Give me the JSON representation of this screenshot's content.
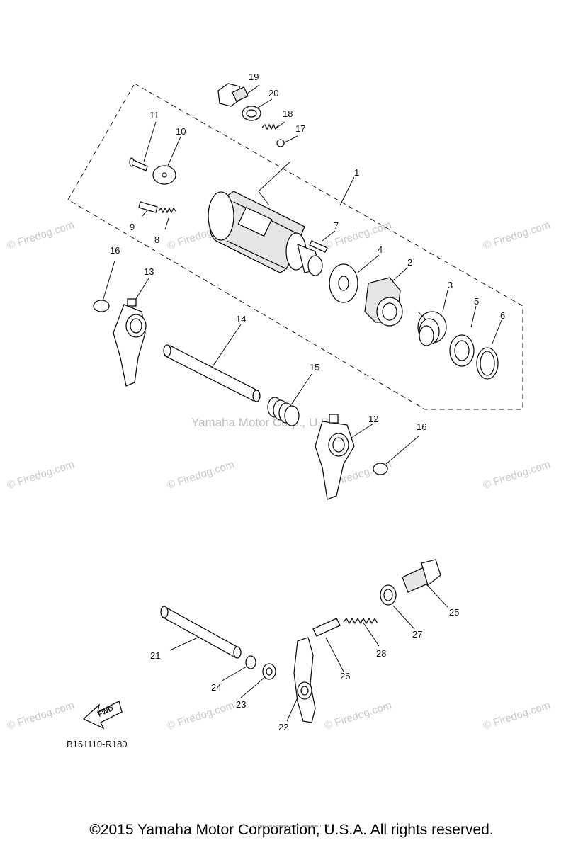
{
  "diagram": {
    "part_numbers": [
      "1",
      "2",
      "3",
      "4",
      "5",
      "6",
      "7",
      "8",
      "9",
      "10",
      "11",
      "12",
      "13",
      "14",
      "15",
      "16",
      "16",
      "17",
      "18",
      "19",
      "20",
      "21",
      "22",
      "23",
      "24",
      "25",
      "26",
      "27",
      "28"
    ],
    "drawing_code": "B161110-R180",
    "fwd_label": "FWD",
    "watermark": "© Firedog.com",
    "watermark_center": "Yamaha Motor Corp., U.S.A.",
    "copyright": "©2015 Yamaha Motor Corporation, U.S.A. All rights reserved.",
    "micro_copyright": "(c) 2005-2015 Yamaha Motor Corporation, U.S.A."
  }
}
